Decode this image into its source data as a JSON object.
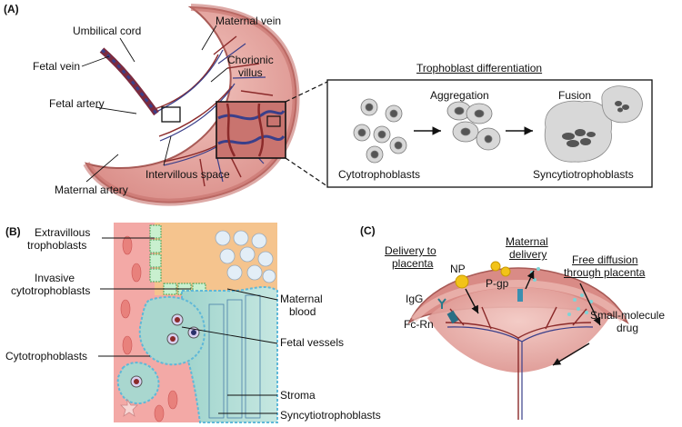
{
  "panels": {
    "a": "(A)",
    "b": "(B)",
    "c": "(C)"
  },
  "panel_a": {
    "umbilical_cord": "Umbilical cord",
    "fetal_vein": "Fetal vein",
    "fetal_artery": "Fetal artery",
    "maternal_vein": "Maternal vein",
    "chorionic_villus_1": "Chorionic",
    "chorionic_villus_2": "villus",
    "intervillous_space": "Intervillous space",
    "maternal_artery": "Maternal artery"
  },
  "trophoblast": {
    "title": "Trophoblast differentiation",
    "aggregation": "Aggregation",
    "fusion": "Fusion",
    "cytotrophoblasts": "Cytotrophoblasts",
    "syncytiotrophoblasts": "Syncytiotrophoblasts"
  },
  "panel_b": {
    "extravillous_1": "Extravillous",
    "extravillous_2": "trophoblasts",
    "invasive_1": "Invasive",
    "invasive_2": "cytotrophoblasts",
    "cytotrophoblasts": "Cytotrophoblasts",
    "maternal_blood_1": "Maternal",
    "maternal_blood_2": "blood",
    "fetal_vessels": "Fetal vessels",
    "stroma": "Stroma",
    "syncytiotrophoblasts": "Syncytiotrophoblasts"
  },
  "panel_c": {
    "delivery_1": "Delivery to",
    "delivery_2": "placenta",
    "np": "NP",
    "maternal_1": "Maternal",
    "maternal_2": "delivery",
    "free_1": "Free diffusion",
    "free_2": "through placenta",
    "pgp": "P-gp",
    "igg": "IgG",
    "fcrn": "Fc-Rn",
    "small_1": "Small-molecule",
    "small_2": "drug"
  },
  "colors": {
    "tissue": "#d98b86",
    "tissue_dark": "#b86a66",
    "vessel_red": "#8b2a2a",
    "vessel_blue": "#3a3f8a",
    "cell_fill": "#d8d8d8",
    "nucleus": "#555555",
    "blood_pink": "#f3a9a6",
    "orange": "#f5c48e",
    "green_cell": "#c9f0cf",
    "stroma_teal": "#a9d7cf",
    "light_blue": "#a7c7e8",
    "np_gold": "#f2c318",
    "drug_teal": "#7fd3d6"
  }
}
